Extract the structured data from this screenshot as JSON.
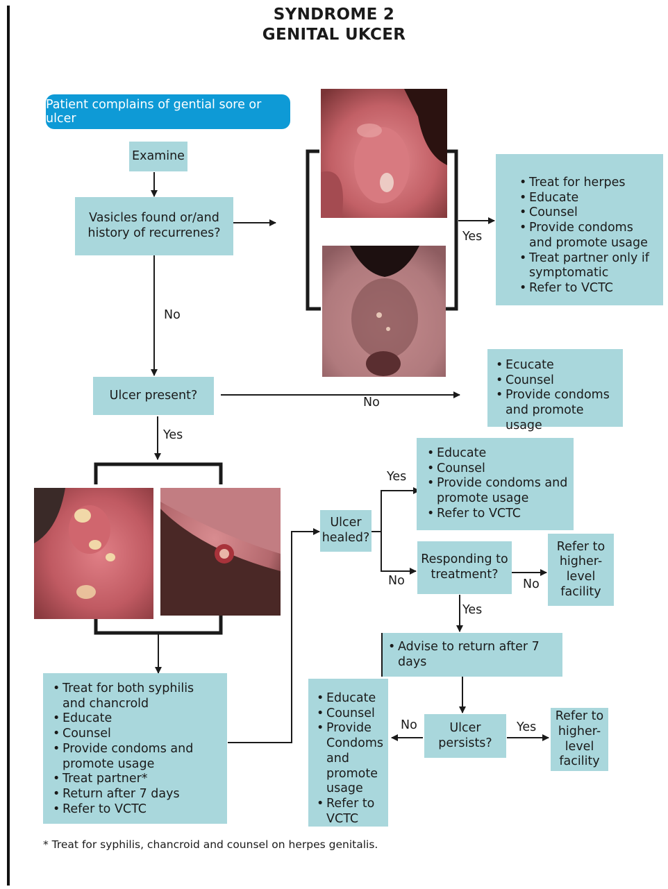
{
  "title": {
    "line1": "SYNDROME 2",
    "line2": "GENITAL UKCER"
  },
  "start": "Patient complains of gential sore or ulcer",
  "examine": "Examine",
  "vesicles": {
    "line1": "Vasicles found or/and",
    "line2": "history of recurrenes?"
  },
  "herpes_treatment": [
    "Treat for herpes",
    "Educate",
    "Counsel",
    "Provide condoms",
    "and promote usage",
    "Treat partner only if",
    "symptomatic",
    "Refer to VCTC"
  ],
  "ulcer_present": "Ulcer present?",
  "no_ulcer_actions": [
    "Ecucate",
    "Counsel",
    "Provide condoms",
    "and promote usage"
  ],
  "syphilis_treatment": [
    "Treat for both syphilis",
    "and chancrold",
    "Educate",
    "Counsel",
    "Provide condoms and",
    "promote usage",
    "Treat partner*",
    "Return after 7 days",
    "Refer to VCTC"
  ],
  "ulcer_healed": {
    "line1": "Ulcer",
    "line2": "healed?"
  },
  "healed_actions": [
    "Educate",
    "Counsel",
    "Provide  condoms and",
    "promote usage",
    "Refer to VCTC"
  ],
  "responding": {
    "line1": "Responding to",
    "line2": "treatment?"
  },
  "refer_higher_1": [
    "Refer to",
    "higher-",
    "level",
    "facility"
  ],
  "advise_return": "Advise to return after 7 days",
  "ulcer_persists": {
    "line1": "Ulcer",
    "line2": "persists?"
  },
  "refer_higher_2": [
    "Refer to",
    "higher-",
    "level",
    "facility"
  ],
  "persist_no_actions": [
    "Educate",
    "Counsel",
    "Provide",
    "Condoms",
    "and",
    "promote",
    "usage",
    "Refer to",
    "VCTC"
  ],
  "labels": {
    "yes_herpes": "Yes",
    "no_vesicles": "No",
    "no_ulcer": "No",
    "yes_ulcer": "Yes",
    "yes_healed": "Yes",
    "no_healed": "No",
    "no_responding": "No",
    "yes_responding": "Yes",
    "no_persists": "No",
    "yes_persists": "Yes"
  },
  "footnote": "* Treat for syphilis, chancroid and counsel on herpes genitalis.",
  "colors": {
    "box_fill": "#a9d7dc",
    "start_fill": "#0e9ad6",
    "line": "#1a1a1a"
  }
}
